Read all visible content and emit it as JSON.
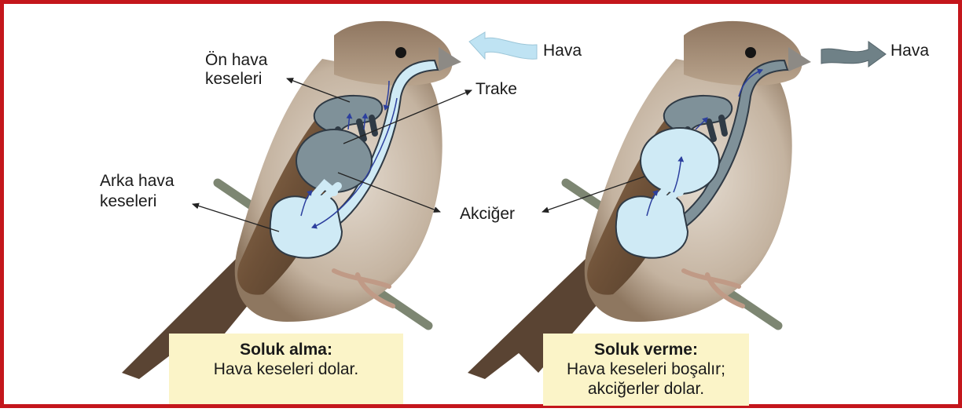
{
  "left_panel": {
    "air_label": "Hava",
    "front_sacs_line1": "Ön hava",
    "front_sacs_line2": "keseleri",
    "trachea_label": "Trake",
    "rear_sacs_line1": "Arka hava",
    "rear_sacs_line2": "keseleri",
    "caption_title": "Soluk alma:",
    "caption_line1": "Hava keseleri dolar."
  },
  "center_label": "Akciğer",
  "right_panel": {
    "air_label": "Hava",
    "caption_title": "Soluk verme:",
    "caption_line1": "Hava keseleri boşalır;",
    "caption_line2": "akciğerler dolar."
  },
  "colors": {
    "frame": "#c4161c",
    "filled_organ": "#cfeaf5",
    "empty_organ": "#7f9199",
    "caption_bg": "#fbf4c8",
    "arrow_inhale": "#bfe3f3",
    "arrow_exhale": "#6f8187"
  }
}
